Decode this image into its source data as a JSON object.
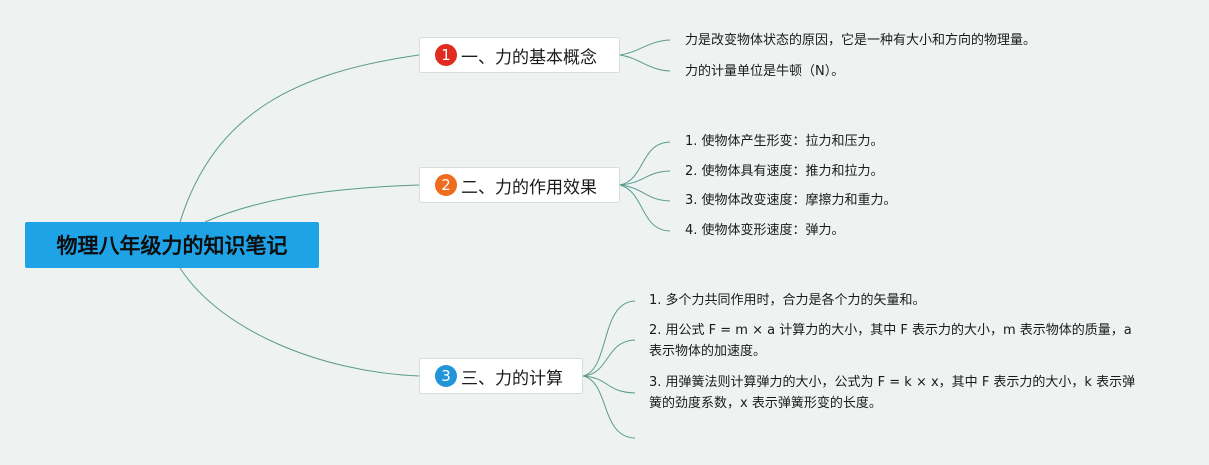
{
  "root": {
    "title": "物理八年级力的知识笔记"
  },
  "colors": {
    "background": "#eef3f2",
    "root_fill": "#1ea3e6",
    "connector": "#5a9a8d",
    "badge_1": "#e02b1e",
    "badge_2": "#ef6b1d",
    "badge_3": "#2295d9"
  },
  "topics": [
    {
      "number": "1",
      "label": "一、力的基本概念",
      "leaves": [
        "力是改变物体状态的原因，它是一种有大小和方向的物理量。",
        "力的计量单位是牛顿（N）。"
      ]
    },
    {
      "number": "2",
      "label": "二、力的作用效果",
      "leaves": [
        "1. 使物体产生形变：拉力和压力。",
        "2. 使物体具有速度：推力和拉力。",
        "3. 使物体改变速度：摩擦力和重力。",
        "4. 使物体变形速度：弹力。"
      ]
    },
    {
      "number": "3",
      "label": "三、力的计算",
      "leaves": [
        "1. 多个力共同作用时，合力是各个力的矢量和。",
        "2. 用公式 F = m × a 计算力的大小，其中 F 表示力的大小，m 表示物体的质量，a 表示物体的加速度。",
        "3. 用弹簧法则计算弹力的大小，公式为 F = k × x，其中 F 表示力的大小，k 表示弹簧的劲度系数，x 表示弹簧形变的长度。",
        ""
      ]
    }
  ]
}
